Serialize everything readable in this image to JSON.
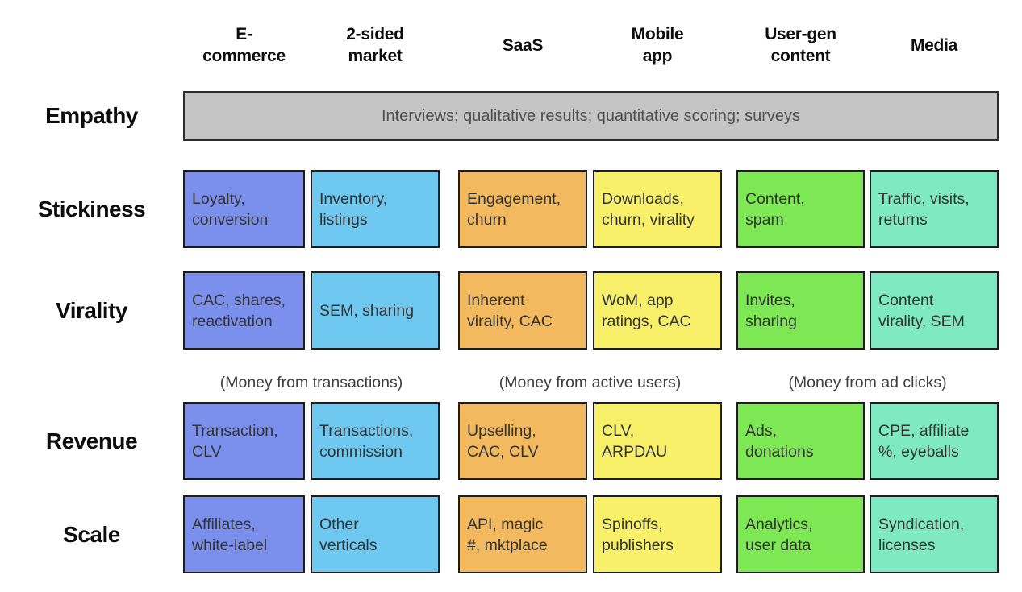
{
  "columns": {
    "ecommerce": "E-\ncommerce",
    "two_sided": "2-sided\nmarket",
    "saas": "SaaS",
    "mobile": "Mobile\napp",
    "ugc": "User-gen\ncontent",
    "media": "Media"
  },
  "rows": {
    "empathy": {
      "label": "Empathy",
      "bar_text": "Interviews; qualitative results; quantitative scoring; surveys"
    },
    "stickiness": {
      "label": "Stickiness",
      "cells": [
        "Loyalty,\nconversion",
        "Inventory,\nlistings",
        "Engagement,\nchurn",
        "Downloads,\nchurn, virality",
        "Content,\nspam",
        "Traffic, visits,\nreturns"
      ]
    },
    "virality": {
      "label": "Virality",
      "cells": [
        "CAC, shares,\nreactivation",
        "SEM, sharing",
        "Inherent\nvirality, CAC",
        "WoM, app\nratings, CAC",
        "Invites,\nsharing",
        "Content\nvirality, SEM"
      ]
    },
    "revenue": {
      "label": "Revenue",
      "cells": [
        "Transaction,\nCLV",
        "Transactions,\ncommission",
        "Upselling,\nCAC, CLV",
        "CLV,\nARPDAU",
        "Ads,\ndonations",
        "CPE, affiliate\n%, eyeballs"
      ]
    },
    "scale": {
      "label": "Scale",
      "cells": [
        "Affiliates,\nwhite-label",
        "Other\nverticals",
        "API, magic\n#, mktplace",
        "Spinoffs,\npublishers",
        "Analytics,\nuser data",
        "Syndication,\nlicenses"
      ]
    }
  },
  "money_labels": [
    "(Money from transactions)",
    "(Money from active users)",
    "(Money from ad clicks)"
  ],
  "colors": {
    "ecommerce": "#7b90ec",
    "two_sided": "#6ec8f0",
    "saas": "#f2b95e",
    "mobile": "#f8f068",
    "ugc": "#7de853",
    "media": "#7fe9c4",
    "empathy_bar": "#c5c5c5",
    "border": "#1d1d1d"
  }
}
